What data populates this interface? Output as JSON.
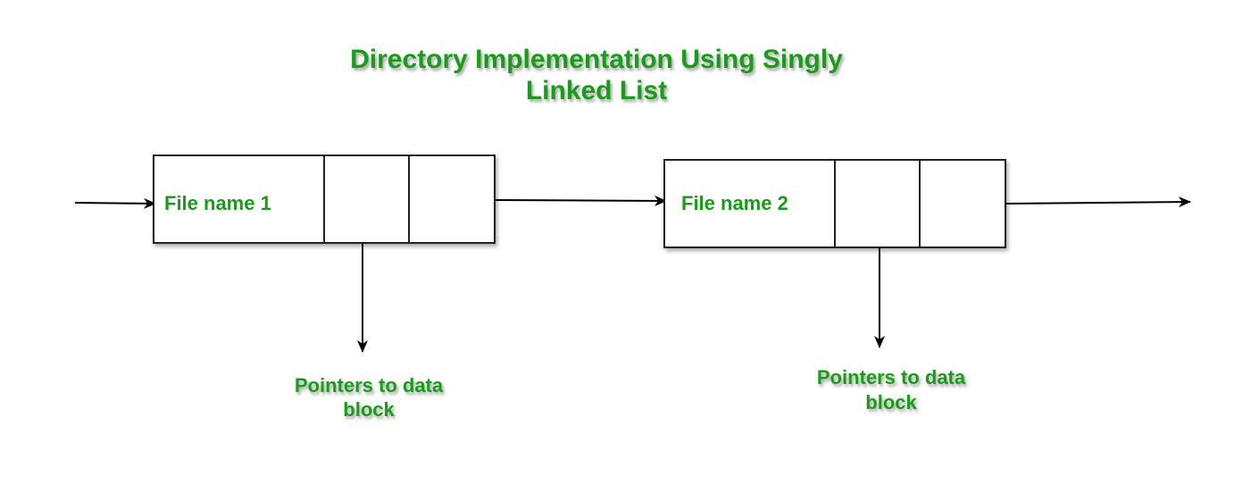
{
  "diagram": {
    "title_line1": "Directory Implementation Using Singly",
    "title_line2": "Linked List",
    "nodes": [
      {
        "label": "File name 1"
      },
      {
        "label": "File name 2"
      }
    ],
    "pointer_labels": [
      {
        "line1": "Pointers to data",
        "line2": "block"
      },
      {
        "line1": "Pointers to data",
        "line2": "block"
      }
    ],
    "colors": {
      "text": "#1a9c1a",
      "lines": "#000000",
      "box_stroke": "#222222"
    }
  }
}
